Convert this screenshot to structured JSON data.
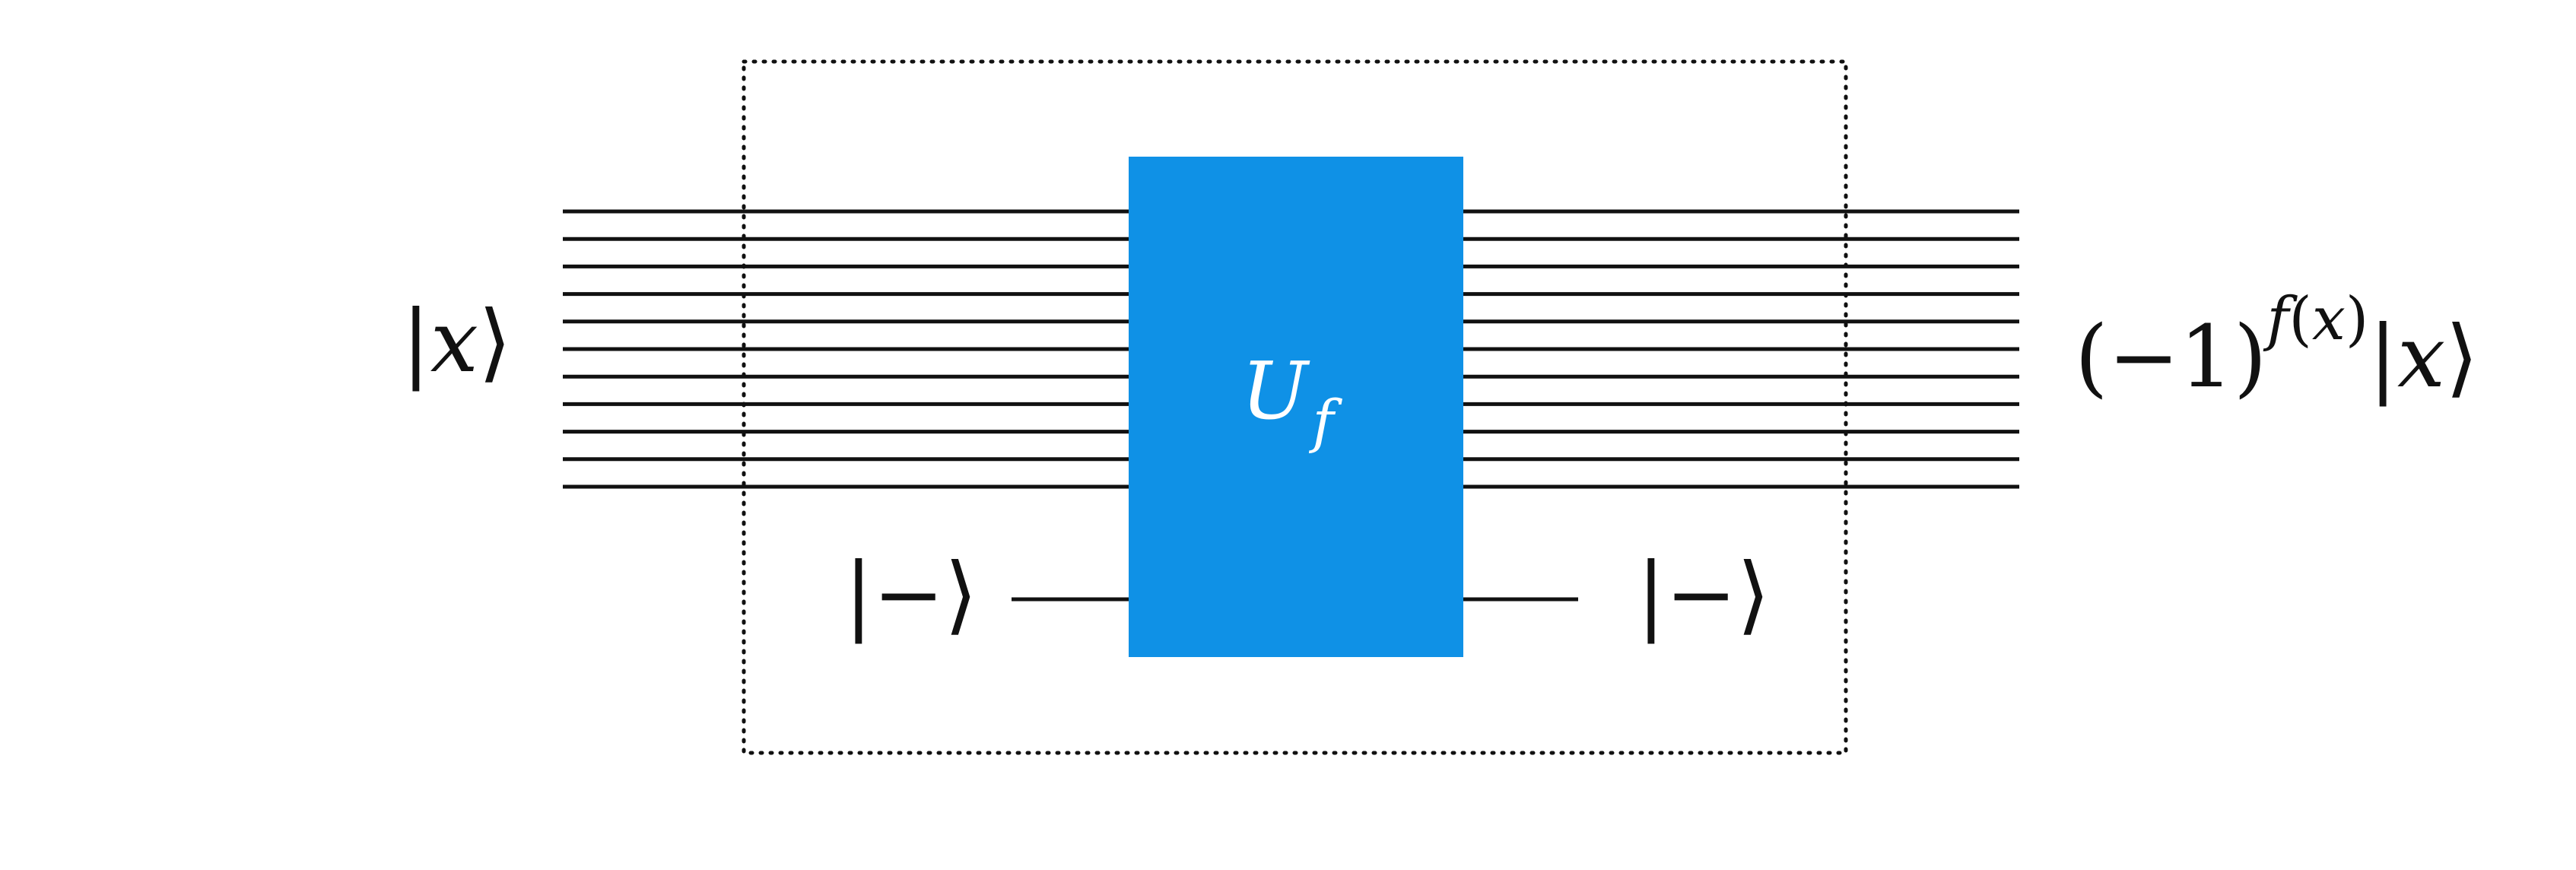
{
  "gate": {
    "symbol": "U",
    "subscript": "f",
    "color": "#0f91e6"
  },
  "left_labels": {
    "register": {
      "open": "|",
      "var": "x",
      "close": "⟩"
    },
    "ancilla": {
      "open": "|",
      "sign": "−",
      "close": "⟩"
    }
  },
  "right_labels": {
    "register": {
      "paren_open": "(",
      "minus": "−",
      "one": "1",
      "paren_close": ")",
      "exp_f": "f",
      "exp_open": "(",
      "exp_x": "x",
      "exp_close": ")",
      "ket_open": "|",
      "ket_var": "x",
      "ket_close": "⟩"
    },
    "ancilla": {
      "open": "|",
      "sign": "−",
      "close": "⟩"
    }
  },
  "register_wire_count": 11,
  "colors": {
    "wire": "#111111",
    "background": "#ffffff"
  }
}
